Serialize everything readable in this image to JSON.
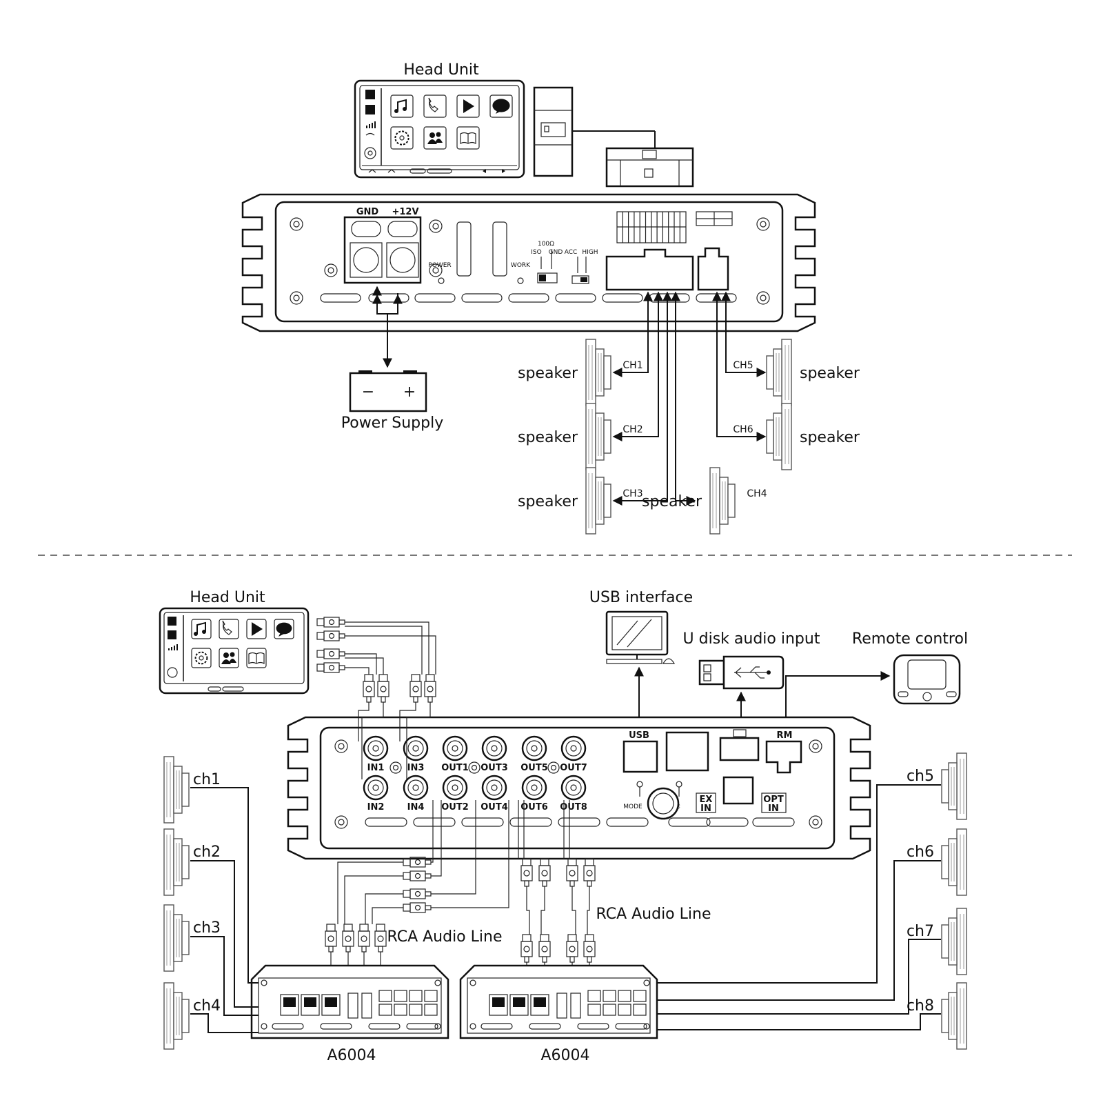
{
  "top": {
    "head_unit_title": "Head Unit",
    "terminal_gnd": "GND",
    "terminal_12v": "+12V",
    "led_power": "POWER",
    "led_work": "WORK",
    "switch_impedance": "100Ω",
    "switch_iso": "ISO",
    "switch_gnd": "GND",
    "switch_acc": "ACC",
    "switch_high": "HIGH",
    "power_supply_label": "Power Supply",
    "battery_minus": "−",
    "battery_plus": "+",
    "speaker_label": "speaker",
    "channels": [
      "CH1",
      "CH2",
      "CH3",
      "CH4",
      "CH5",
      "CH6"
    ]
  },
  "bottom": {
    "head_unit_title": "Head Unit",
    "usb_interface_label": "USB interface",
    "u_disk_label": "U disk audio input",
    "remote_label": "Remote control",
    "port_usb": "USB",
    "port_rm": "RM",
    "inputs": [
      "IN1",
      "IN2",
      "IN3",
      "IN4"
    ],
    "outputs": [
      "OUT1",
      "OUT2",
      "OUT3",
      "OUT4",
      "OUT5",
      "OUT6",
      "OUT7",
      "OUT8"
    ],
    "mode_label": "MODE",
    "ex_in": [
      "EX",
      "IN"
    ],
    "opt_in": [
      "OPT",
      "IN"
    ],
    "rca_line_label": "RCA Audio Line",
    "amp_model": "A6004",
    "channels": [
      "ch1",
      "ch2",
      "ch3",
      "ch4",
      "ch5",
      "ch6",
      "ch7",
      "ch8"
    ]
  },
  "icons": [
    "music-note-icon",
    "phone-icon",
    "play-icon",
    "chat-bubble-icon",
    "gear-icon",
    "users-icon",
    "book-icon"
  ]
}
